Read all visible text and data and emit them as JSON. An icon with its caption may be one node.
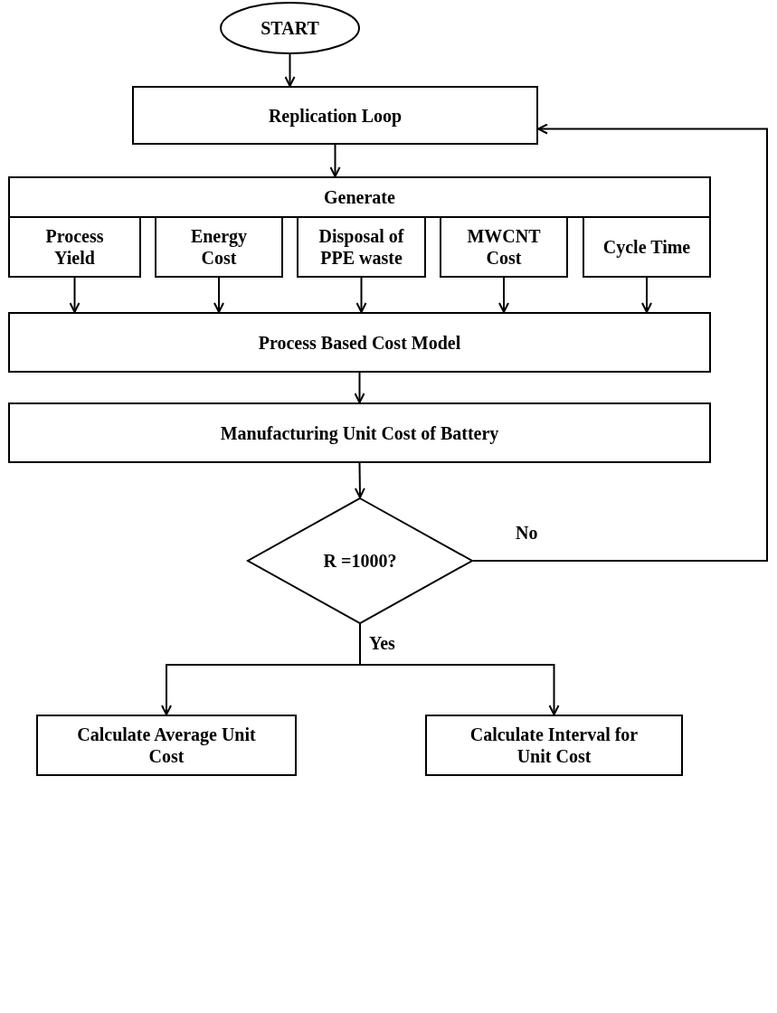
{
  "diagram": {
    "nodes": [
      {
        "text": [
          "START"
        ]
      },
      {
        "text": [
          "Replication Loop"
        ]
      },
      {
        "text": [
          "Generate"
        ]
      },
      {
        "text": [
          "Process Yield"
        ]
      },
      {
        "text": [
          "Energy Cost"
        ]
      },
      {
        "text": [
          "Disposal of PPE waste"
        ]
      },
      {
        "text": [
          "MWCNT Cost"
        ]
      },
      {
        "text": [
          "Cycle Time"
        ]
      },
      {
        "text": [
          "Process Based Cost Model"
        ]
      },
      {
        "text": [
          "Manufacturing Unit Cost of Battery"
        ]
      },
      {
        "text": [
          "R =1000?"
        ]
      },
      {
        "text": [
          "Calculate Average Unit Cost"
        ]
      },
      {
        "text": [
          "Calculate Interval for Unit Cost"
        ]
      }
    ],
    "edges": [
      {
        "from": 0,
        "to": 1,
        "arrow": "to"
      },
      {
        "from": 1,
        "to": 2,
        "arrow": "to"
      },
      {
        "from": 3,
        "to": 8,
        "arrow": "to"
      },
      {
        "from": 4,
        "to": 8,
        "arrow": "to"
      },
      {
        "from": 5,
        "to": 8,
        "arrow": "to"
      },
      {
        "from": 6,
        "to": 8,
        "arrow": "to"
      },
      {
        "from": 7,
        "to": 8,
        "arrow": "to"
      },
      {
        "from": 8,
        "to": 9,
        "arrow": "to"
      },
      {
        "from": 9,
        "to": 10,
        "arrow": "to"
      },
      {
        "from": 10,
        "to": 1,
        "arrow": "to",
        "label": "No"
      },
      {
        "from": 10,
        "to": 11,
        "arrow": "to",
        "label": "Yes"
      },
      {
        "from": 10,
        "to": 12,
        "arrow": "to"
      }
    ]
  }
}
